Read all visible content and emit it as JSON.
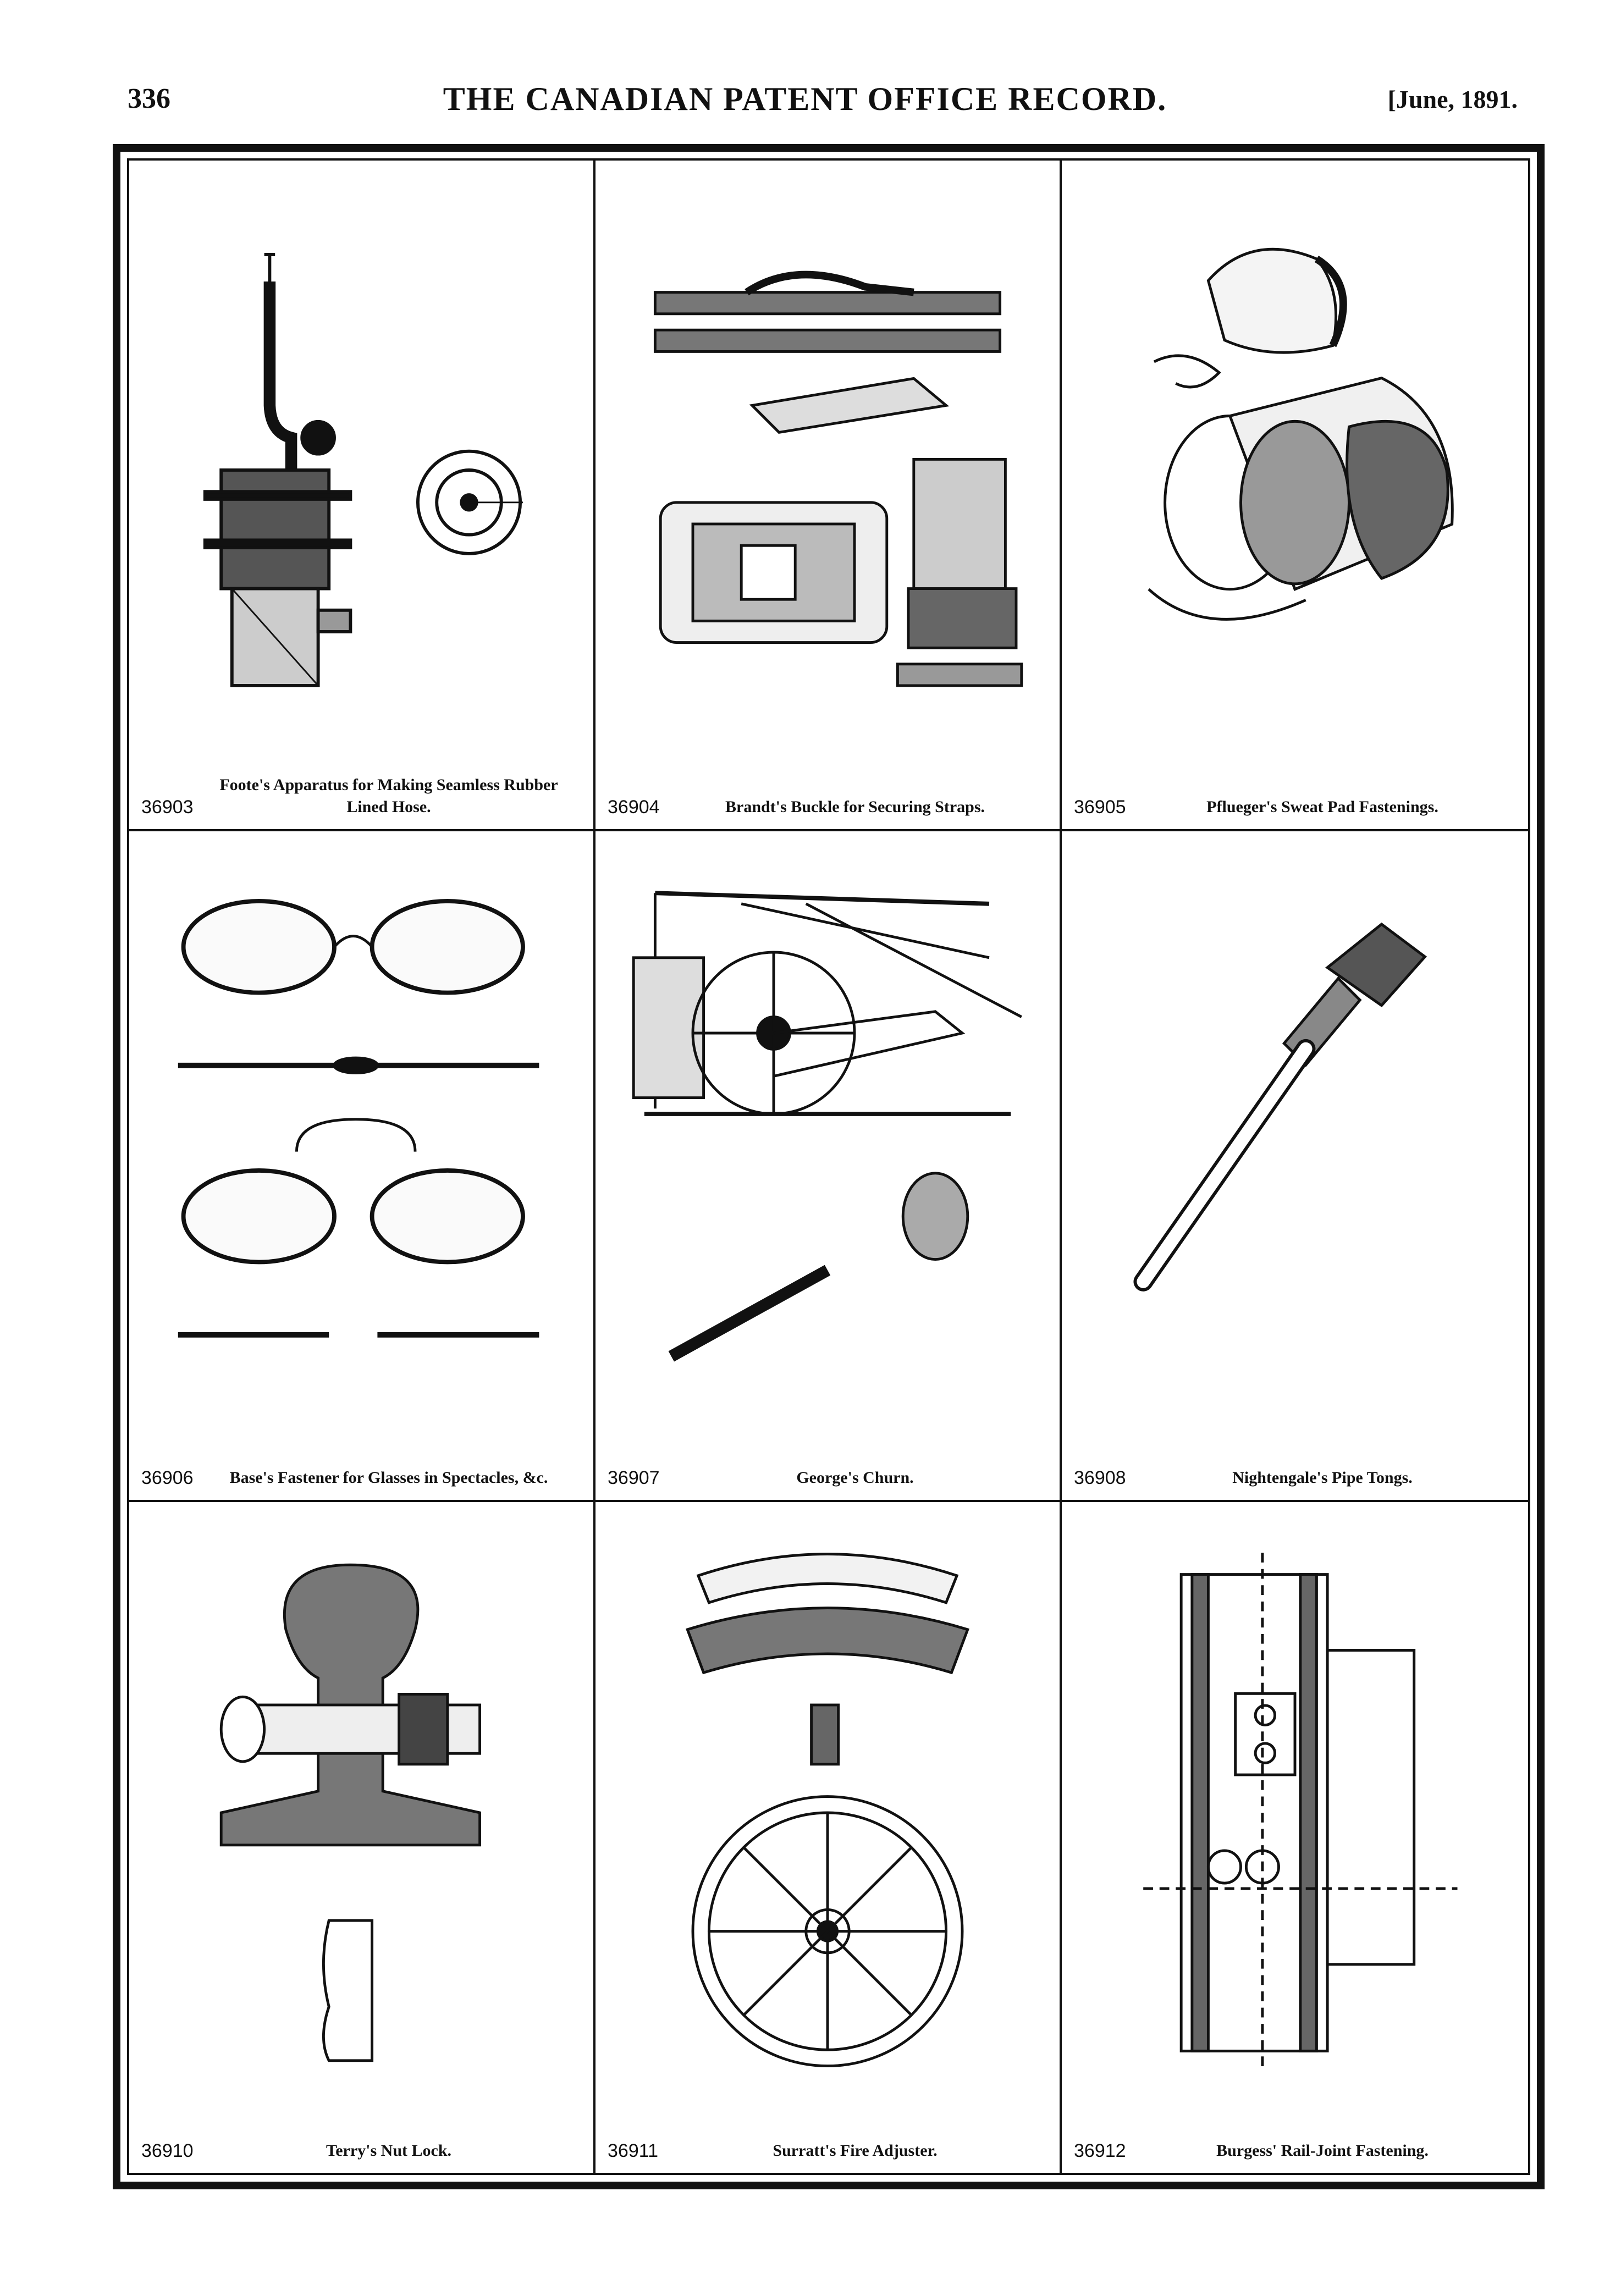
{
  "header": {
    "page_number": "336",
    "title": "THE CANADIAN PATENT OFFICE RECORD.",
    "date": "[June, 1891."
  },
  "patents": [
    {
      "number": "36903",
      "title": "Foote's Apparatus for Making Seamless Rubber Lined Hose.",
      "drawing_icon": "hose-apparatus-icon"
    },
    {
      "number": "36904",
      "title": "Brandt's Buckle for Securing Straps.",
      "drawing_icon": "buckle-icon"
    },
    {
      "number": "36905",
      "title": "Pflueger's Sweat Pad Fastenings.",
      "drawing_icon": "sweat-pad-icon"
    },
    {
      "number": "36906",
      "title": "Base's Fastener for Glasses in Spectacles, &c.",
      "drawing_icon": "spectacles-icon"
    },
    {
      "number": "36907",
      "title": "George's Churn.",
      "drawing_icon": "churn-icon"
    },
    {
      "number": "36908",
      "title": "Nightengale's Pipe Tongs.",
      "drawing_icon": "pipe-tongs-icon"
    },
    {
      "number": "36910",
      "title": "Terry's Nut Lock.",
      "drawing_icon": "nut-lock-icon"
    },
    {
      "number": "36911",
      "title": "Surratt's Fire Adjuster.",
      "drawing_icon": "fire-adjuster-icon"
    },
    {
      "number": "36912",
      "title": "Burgess' Rail-Joint Fastening.",
      "drawing_icon": "rail-joint-icon"
    }
  ]
}
